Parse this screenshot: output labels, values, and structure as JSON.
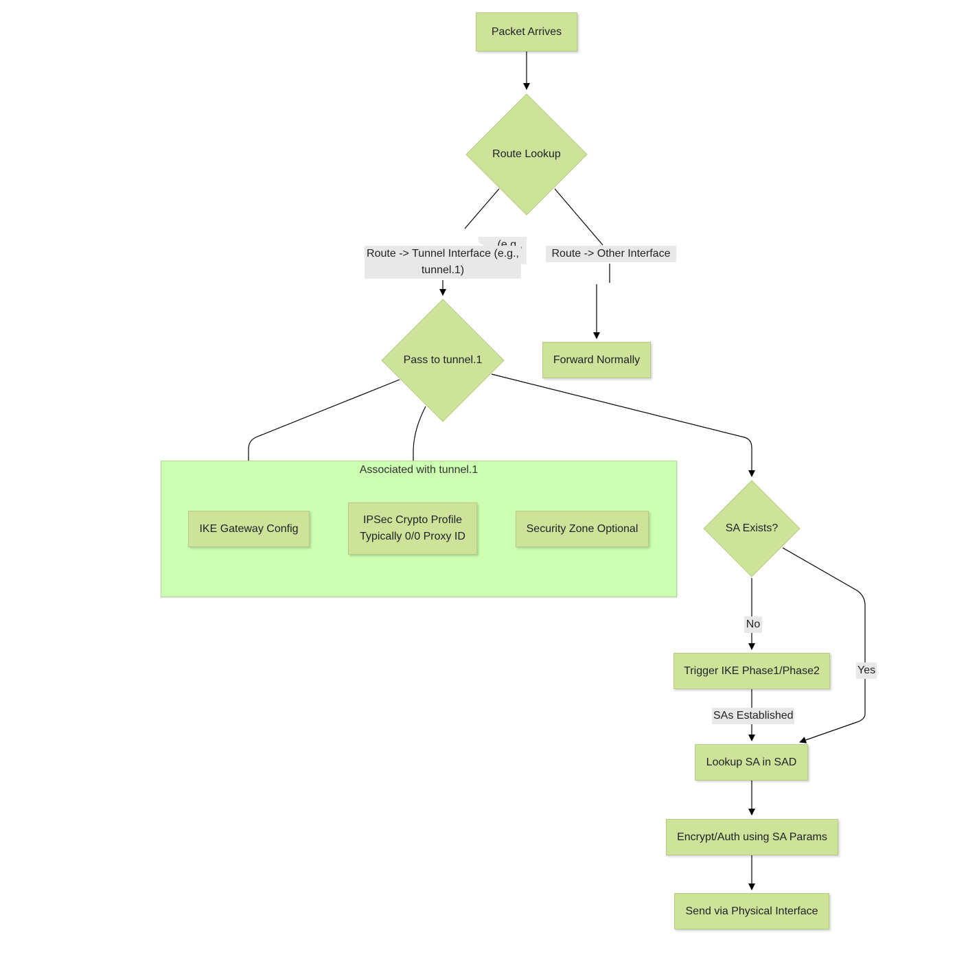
{
  "diagram": {
    "nodes": {
      "packet_arrives": "Packet Arrives",
      "route_lookup": "Route Lookup",
      "pass_to_tunnel": "Pass to tunnel.1",
      "forward_normally": "Forward Normally",
      "ike_gateway": "IKE Gateway Config",
      "ipsec_crypto_line1": "IPSec Crypto Profile",
      "ipsec_crypto_line2": "Typically 0/0 Proxy ID",
      "security_zone": "Security Zone Optional",
      "sa_exists": "SA Exists?",
      "trigger_ike": "Trigger IKE Phase1/Phase2",
      "lookup_sa": "Lookup SA in SAD",
      "encrypt_auth": "Encrypt/Auth using SA Params",
      "send_physical": "Send via Physical Interface"
    },
    "cluster": {
      "title": "Associated with tunnel.1"
    },
    "edge_labels": {
      "route_tunnel_line1": "Route -> Tunnel Interface (e.g.,",
      "route_tunnel_line2": "tunnel.1)",
      "route_tunnel_overflow": "(e.g.,",
      "route_other": "Route -> Other Interface",
      "no": "No",
      "yes": "Yes",
      "sas_established": "SAs Established"
    },
    "colors": {
      "node_fill": "#cde39a",
      "node_border": "#b7cc82",
      "cluster_fill": "#ccffb2",
      "edge": "#000000",
      "edge_label_bg": "#e8e8e8"
    }
  }
}
